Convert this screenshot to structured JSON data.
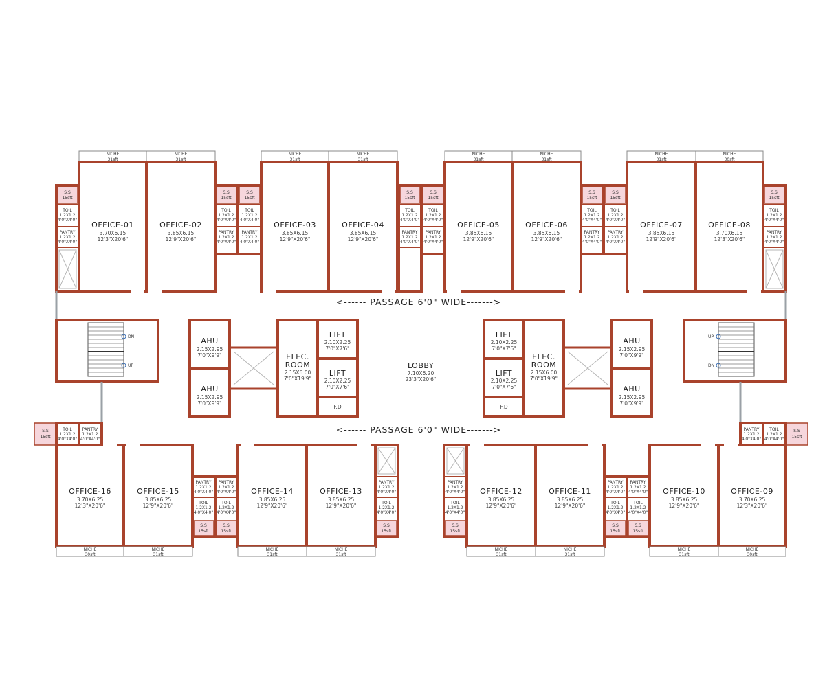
{
  "passage_labels": [
    "<------ PASSAGE  6'0\" WIDE------->",
    "<------ PASSAGE  6'0\" WIDE------->"
  ],
  "top_offices": [
    {
      "name": "OFFICE-01",
      "dim_m": "3.70X6.15",
      "dim_ft": "12'3\"X20'6\""
    },
    {
      "name": "OFFICE-02",
      "dim_m": "3.85X6.15",
      "dim_ft": "12'9\"X20'6\""
    },
    {
      "name": "OFFICE-03",
      "dim_m": "3.85X6.15",
      "dim_ft": "12'9\"X20'6\""
    },
    {
      "name": "OFFICE-04",
      "dim_m": "3.85X6.15",
      "dim_ft": "12'9\"X20'6\""
    },
    {
      "name": "OFFICE-05",
      "dim_m": "3.85X6.15",
      "dim_ft": "12'9\"X20'6\""
    },
    {
      "name": "OFFICE-06",
      "dim_m": "3.85X6.15",
      "dim_ft": "12'9\"X20'6\""
    },
    {
      "name": "OFFICE-07",
      "dim_m": "3.85X6.15",
      "dim_ft": "12'9\"X20'6\""
    },
    {
      "name": "OFFICE-08",
      "dim_m": "3.70X6.15",
      "dim_ft": "12'3\"X20'6\""
    }
  ],
  "bottom_offices": [
    {
      "name": "OFFICE-16",
      "dim_m": "3.70X6.25",
      "dim_ft": "12'3\"X20'6\""
    },
    {
      "name": "OFFICE-15",
      "dim_m": "3.85X6.25",
      "dim_ft": "12'9\"X20'6\""
    },
    {
      "name": "OFFICE-14",
      "dim_m": "3.85X6.25",
      "dim_ft": "12'9\"X20'6\""
    },
    {
      "name": "OFFICE-13",
      "dim_m": "3.85X6.25",
      "dim_ft": "12'9\"X20'6\""
    },
    {
      "name": "OFFICE-12",
      "dim_m": "3.85X6.25",
      "dim_ft": "12'9\"X20'6\""
    },
    {
      "name": "OFFICE-11",
      "dim_m": "3.85X6.25",
      "dim_ft": "12'9\"X20'6\""
    },
    {
      "name": "OFFICE-10",
      "dim_m": "3.85X6.25",
      "dim_ft": "12'9\"X20'6\""
    },
    {
      "name": "OFFICE-09",
      "dim_m": "3.70X6.25",
      "dim_ft": "12'3\"X20'6\""
    }
  ],
  "top_niches": [
    {
      "label": "NICHE",
      "area": "31sft"
    },
    {
      "label": "NICHE",
      "area": "31sft"
    },
    {
      "label": "NICHE",
      "area": "31sft"
    },
    {
      "label": "NICHE",
      "area": "31sft"
    },
    {
      "label": "NICHE",
      "area": "31sft"
    },
    {
      "label": "NICHE",
      "area": "31sft"
    },
    {
      "label": "NICHE",
      "area": "31sft"
    },
    {
      "label": "NICHE",
      "area": "30sft"
    }
  ],
  "bottom_niches": [
    {
      "label": "NICHE",
      "area": "30sft"
    },
    {
      "label": "NICHE",
      "area": "31sft"
    },
    {
      "label": "NICHE",
      "area": "31sft"
    },
    {
      "label": "NICHE",
      "area": "31sft"
    },
    {
      "label": "NICHE",
      "area": "31sft"
    },
    {
      "label": "NICHE",
      "area": "31sft"
    },
    {
      "label": "NICHE",
      "area": "31sft"
    },
    {
      "label": "NICHE",
      "area": "30sft"
    }
  ],
  "service": {
    "ss": "S.S",
    "ss_area": "15sft",
    "toilet": "TOIL",
    "toilet_dim": "1.2X1.2",
    "toilet_ft": "4'0\"X4'0\"",
    "pantry": "PANTRY",
    "pantry_dim": "1.2X1.2",
    "pantry_ft": "4'0\"X4'0\""
  },
  "core": {
    "ahu": "AHU",
    "ahu_dim_top": "2.15X2.95",
    "ahu_dim_bottom": "2.15X2.95",
    "ahu_ft": "7'0\"X9'9\"",
    "elec_line1": "ELEC.",
    "elec_line2": "ROOM",
    "elec_dim": "2.15X6.00",
    "elec_ft": "7'0\"X19'9\"",
    "lift": "LIFT",
    "lift_dim": "2.10X2.25",
    "lift_ft": "7'0\"X7'6\"",
    "fd": "F.D",
    "lobby": "LOBBY",
    "lobby_dim": "7.10X6.20",
    "lobby_ft": "23'3\"X20'6\"",
    "stair_dn": "DN",
    "stair_up": "UP"
  }
}
